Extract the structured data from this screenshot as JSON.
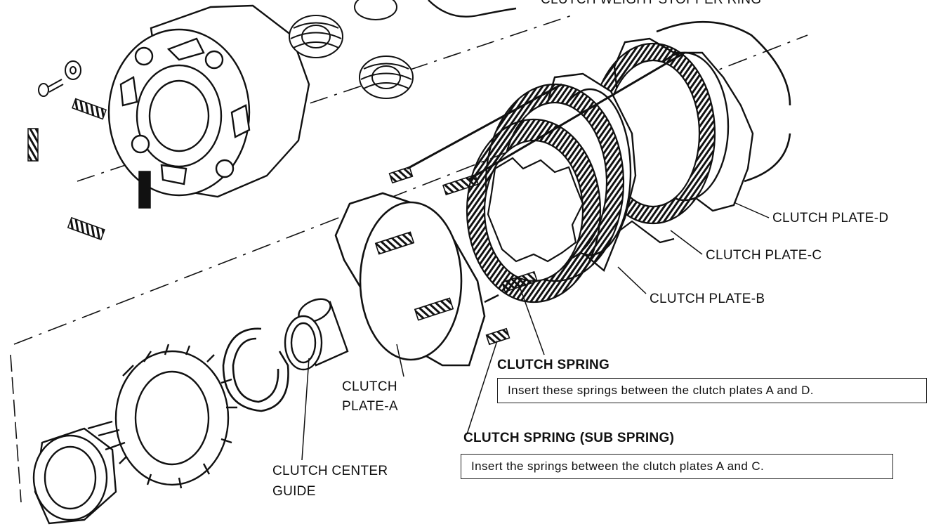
{
  "header": {
    "cut_label": "CLUTCH WEIGHT STOPPER RING"
  },
  "labels": {
    "plate_d": "CLUTCH PLATE-D",
    "plate_c": "CLUTCH PLATE-C",
    "plate_b": "CLUTCH PLATE-B",
    "plate_a_line1": "CLUTCH",
    "plate_a_line2": "PLATE-A",
    "center_guide_line1": "CLUTCH CENTER",
    "center_guide_line2": "GUIDE",
    "clutch_spring": "CLUTCH SPRING",
    "sub_spring": "CLUTCH SPRING (SUB SPRING)"
  },
  "notes": {
    "spring_note": "Insert these springs between the clutch plates A and D.",
    "sub_spring_note": "Insert the springs between the clutch plates A and C."
  },
  "colors": {
    "ink": "#111111",
    "background": "#ffffff"
  }
}
